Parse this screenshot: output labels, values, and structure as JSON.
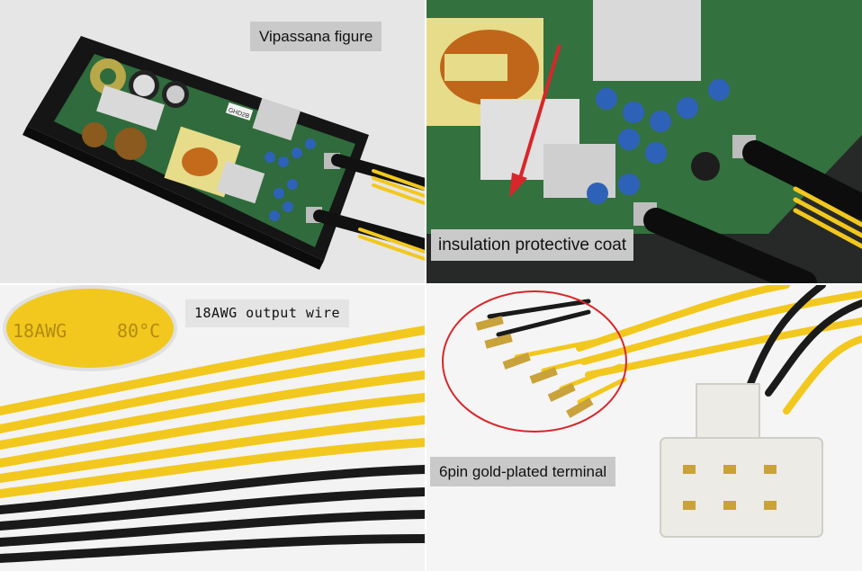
{
  "captions": {
    "top_left": "Vipassana figure",
    "top_right": "insulation protective coat",
    "bottom_left": "18AWG output wire",
    "bottom_right": "6pin gold-plated terminal"
  },
  "wire_print": {
    "gauge": "18AWG",
    "temp": "80°C"
  },
  "component_label": "GHD2B",
  "colors": {
    "wire_yellow": "#f2c81e",
    "wire_black": "#1a1a1a",
    "pcb_green": "#2f6b3c",
    "annotation_red": "#d8262a",
    "gold": "#c9a23a"
  }
}
